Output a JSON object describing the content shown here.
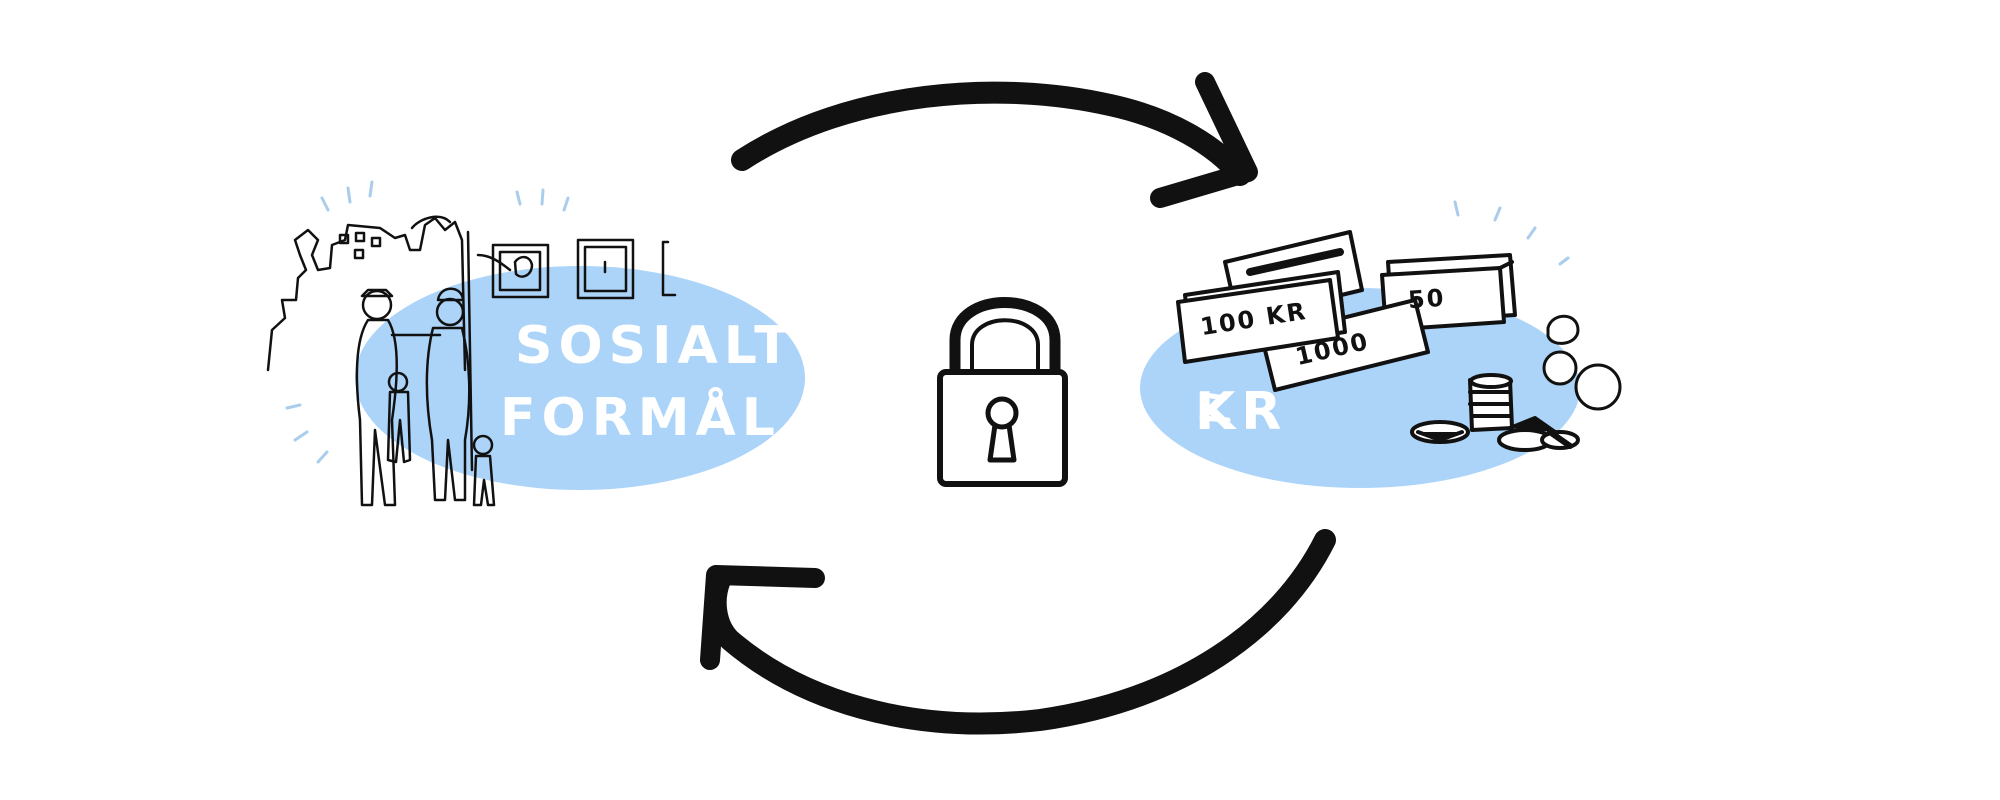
{
  "left_label": {
    "line1": "SOSIALT",
    "line2": "FORMÅL"
  },
  "right_label": "KR",
  "bills": {
    "hundred": "100 KR",
    "thousand": "1000",
    "fifty": "50"
  },
  "colors": {
    "ellipse": "#acd4f8",
    "ink": "#111111",
    "background": "#ffffff",
    "accent_ticks": "#a9cdeb"
  },
  "icons": [
    "padlock-icon",
    "cycle-arrow-top",
    "cycle-arrow-bottom",
    "people-illustration",
    "money-illustration"
  ]
}
